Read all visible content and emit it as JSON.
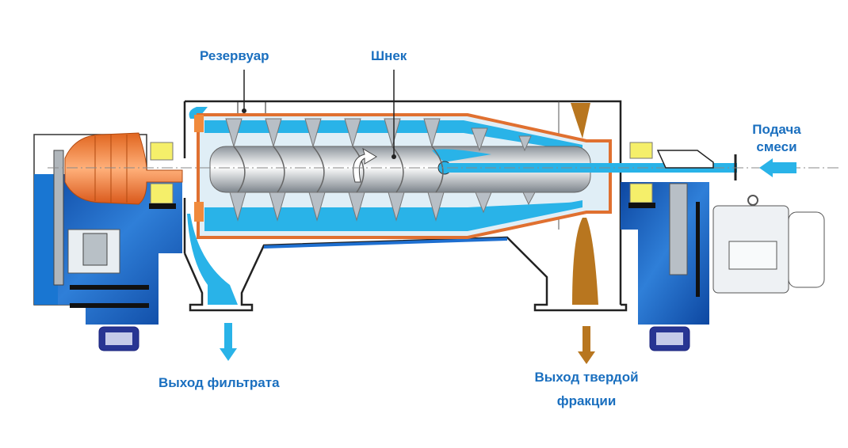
{
  "title": "Decanter centrifuge scheme",
  "labels": {
    "reservoir": "Резервуар",
    "screw": "Шнек",
    "feed_line1": "Подача",
    "feed_line2": "смеси",
    "filtrate_out": "Выход фильтрата",
    "solids_out_line1": "Выход твердой",
    "solids_out_line2": "фракции"
  },
  "colors": {
    "label": "#1a6fbf",
    "liquid": "#29b3e8",
    "frame_blue": "#1565c0",
    "solids": "#b8761f",
    "bowl": "#f08a3c",
    "bearing": "#f5ef6a",
    "screw": "#b8bfc6"
  }
}
